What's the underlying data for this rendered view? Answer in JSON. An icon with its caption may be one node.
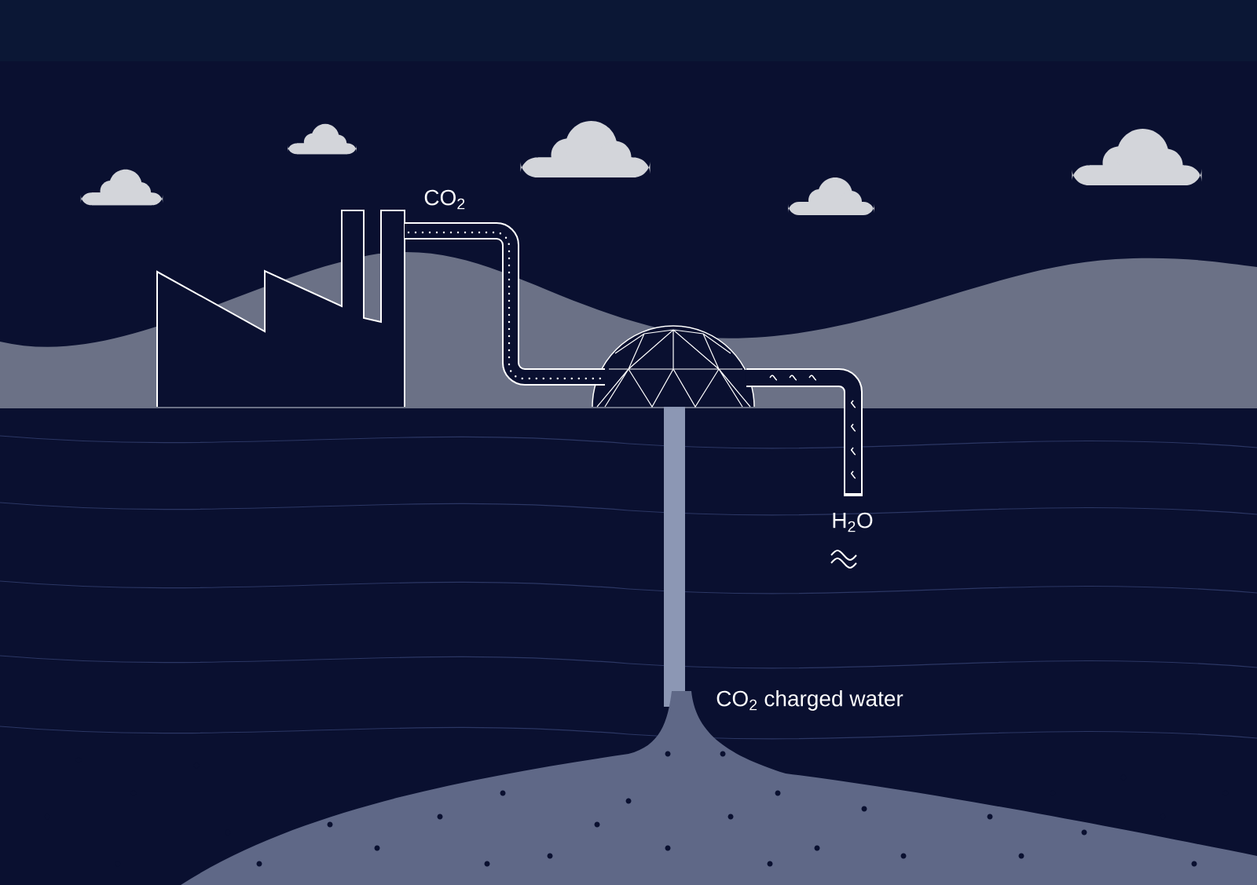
{
  "diagram": {
    "labels": [
      "CO$_{2}$",
      "H$_{2}$O",
      "CO$_{2}$ charged water"
    ]
  }
}
